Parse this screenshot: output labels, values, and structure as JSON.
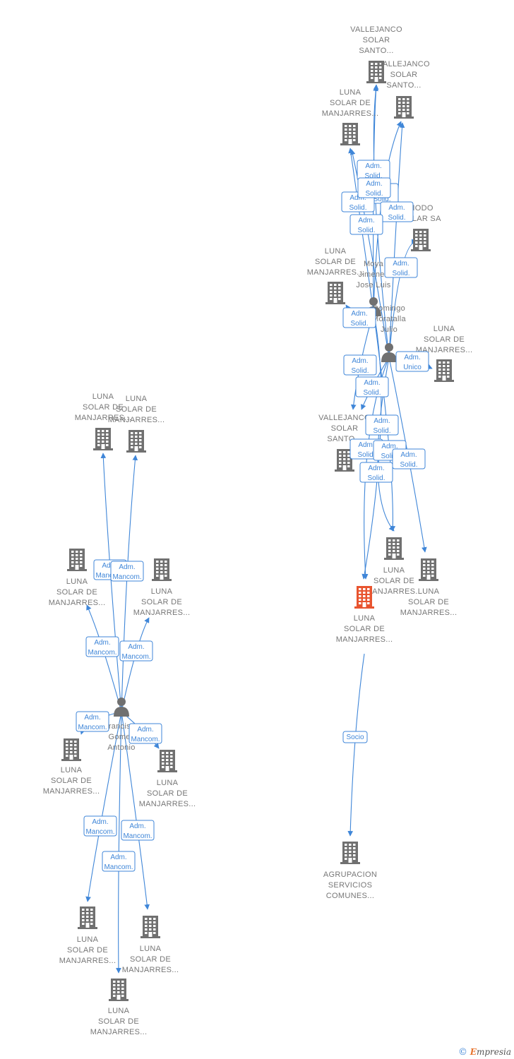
{
  "colors": {
    "edge": "#3f86d8",
    "building": "#707070",
    "focus": "#e8542f",
    "person": "#707070",
    "label": "#777777"
  },
  "nodes": [
    {
      "id": "vall1",
      "type": "building",
      "label": [
        "VALLEJANCO",
        "SOLAR",
        "SANTO..."
      ]
    },
    {
      "id": "vall2",
      "type": "building",
      "label": [
        "VALLEJANCO",
        "SOLAR",
        "SANTO..."
      ]
    },
    {
      "id": "luna_t1",
      "type": "building",
      "label": [
        "LUNA",
        "SOLAR DE",
        "MANJARRES..."
      ]
    },
    {
      "id": "modo",
      "type": "building",
      "label": [
        "MODO",
        "SOLAR SA"
      ]
    },
    {
      "id": "luna_t2",
      "type": "building",
      "label": [
        "LUNA",
        "SOLAR DE",
        "MANJARRES..."
      ]
    },
    {
      "id": "moya",
      "type": "person",
      "label": [
        "Moya",
        "Jimenez",
        "Jose Luis"
      ]
    },
    {
      "id": "domingo",
      "type": "person",
      "label": [
        "Domingo",
        "Moratalla",
        "Julio"
      ]
    },
    {
      "id": "luna_t3",
      "type": "building",
      "label": [
        "LUNA",
        "SOLAR DE",
        "MANJARRES..."
      ]
    },
    {
      "id": "vall3",
      "type": "building",
      "label": [
        "VALLEJANCO",
        "SOLAR",
        "SANTO..."
      ]
    },
    {
      "id": "luna_m1",
      "type": "building",
      "label": [
        "LUNA",
        "SOLAR DE",
        "MANJARRES..."
      ]
    },
    {
      "id": "luna_m2",
      "type": "building",
      "label": [
        "LUNA",
        "SOLAR DE",
        "MANJARRES..."
      ]
    },
    {
      "id": "focus",
      "type": "focus",
      "label": [
        "LUNA",
        "SOLAR DE",
        "MANJARRES..."
      ]
    },
    {
      "id": "agrup",
      "type": "building",
      "label": [
        "AGRUPACION",
        "SERVICIOS",
        "COMUNES..."
      ]
    },
    {
      "id": "luna_l1",
      "type": "building",
      "label": [
        "LUNA",
        "SOLAR DE",
        "MANJARRES..."
      ]
    },
    {
      "id": "luna_l2",
      "type": "building",
      "label": [
        "LUNA",
        "SOLAR DE",
        "MANJARRES..."
      ]
    },
    {
      "id": "luna_l3",
      "type": "building",
      "label": [
        "LUNA",
        "SOLAR DE",
        "MANJARRES..."
      ]
    },
    {
      "id": "luna_l4",
      "type": "building",
      "label": [
        "LUNA",
        "SOLAR DE",
        "MANJARRES..."
      ]
    },
    {
      "id": "francisco",
      "type": "person",
      "label": [
        "Francisco",
        "Gomez",
        "Antonio"
      ]
    },
    {
      "id": "luna_l5",
      "type": "building",
      "label": [
        "LUNA",
        "SOLAR DE",
        "MANJARRES..."
      ]
    },
    {
      "id": "luna_l6",
      "type": "building",
      "label": [
        "LUNA",
        "SOLAR DE",
        "MANJARRES..."
      ]
    },
    {
      "id": "luna_l7",
      "type": "building",
      "label": [
        "LUNA",
        "SOLAR DE",
        "MANJARRES..."
      ]
    },
    {
      "id": "luna_l8",
      "type": "building",
      "label": [
        "LUNA",
        "SOLAR DE",
        "MANJARRES..."
      ]
    },
    {
      "id": "luna_l9",
      "type": "building",
      "label": [
        "LUNA",
        "SOLAR DE",
        "MANJARRES..."
      ]
    }
  ],
  "edges": [
    {
      "from": "moya",
      "to": "vall1",
      "label": [
        "Adm.",
        "Solid."
      ]
    },
    {
      "from": "moya",
      "to": "vall2",
      "label": [
        "Adm.",
        "Solid."
      ]
    },
    {
      "from": "moya",
      "to": "luna_t1",
      "label": [
        "Adm.",
        "Solid."
      ]
    },
    {
      "from": "domingo",
      "to": "vall1",
      "label": [
        "Adm.",
        "Solid."
      ]
    },
    {
      "from": "domingo",
      "to": "vall2",
      "label": [
        "Adm.",
        "Solid."
      ]
    },
    {
      "from": "domingo",
      "to": "luna_t1",
      "label": [
        "Adm.",
        "Solid."
      ]
    },
    {
      "from": "domingo",
      "to": "modo",
      "label": [
        "Adm.",
        "Solid."
      ]
    },
    {
      "from": "moya",
      "to": "luna_t2",
      "label": [
        "Adm.",
        "Solid."
      ]
    },
    {
      "from": "domingo",
      "to": "luna_t3",
      "label": [
        "Adm.",
        "Unico"
      ]
    },
    {
      "from": "moya",
      "to": "vall3",
      "label": [
        "Adm.",
        "Solid."
      ]
    },
    {
      "from": "domingo",
      "to": "vall3",
      "label": [
        "Adm.",
        "Solid."
      ]
    },
    {
      "from": "moya",
      "to": "focus",
      "label": [
        "Adm.",
        "Solid."
      ]
    },
    {
      "from": "domingo",
      "to": "focus",
      "label": [
        "Adm.",
        "Solid."
      ]
    },
    {
      "from": "moya",
      "to": "luna_m1",
      "label": [
        "Adm.",
        "Solid."
      ]
    },
    {
      "from": "domingo",
      "to": "luna_m1",
      "label": [
        "Adm.",
        "Solid."
      ]
    },
    {
      "from": "domingo",
      "to": "luna_m2",
      "label": [
        "Adm.",
        "Solid."
      ]
    },
    {
      "from": "focus",
      "to": "agrup",
      "label": [
        "Socio"
      ]
    },
    {
      "from": "francisco",
      "to": "luna_l1",
      "label": [
        "Adm.",
        "Mancom."
      ]
    },
    {
      "from": "francisco",
      "to": "luna_l2",
      "label": [
        "Adm.",
        "Mancom."
      ]
    },
    {
      "from": "francisco",
      "to": "luna_l3",
      "label": [
        "Adm.",
        "Mancom."
      ]
    },
    {
      "from": "francisco",
      "to": "luna_l4",
      "label": [
        "Adm.",
        "Mancom."
      ]
    },
    {
      "from": "francisco",
      "to": "luna_l5",
      "label": [
        "Adm.",
        "Mancom."
      ]
    },
    {
      "from": "francisco",
      "to": "luna_l6",
      "label": [
        "Adm.",
        "Mancom."
      ]
    },
    {
      "from": "francisco",
      "to": "luna_l7",
      "label": [
        "Adm.",
        "Mancom."
      ]
    },
    {
      "from": "francisco",
      "to": "luna_l8",
      "label": [
        "Adm.",
        "Mancom."
      ]
    },
    {
      "from": "francisco",
      "to": "luna_l9",
      "label": [
        "Adm.",
        "Mancom."
      ]
    }
  ],
  "footer": {
    "copyright": "©",
    "brand_initial": "E",
    "brand_rest": "mpresia"
  }
}
